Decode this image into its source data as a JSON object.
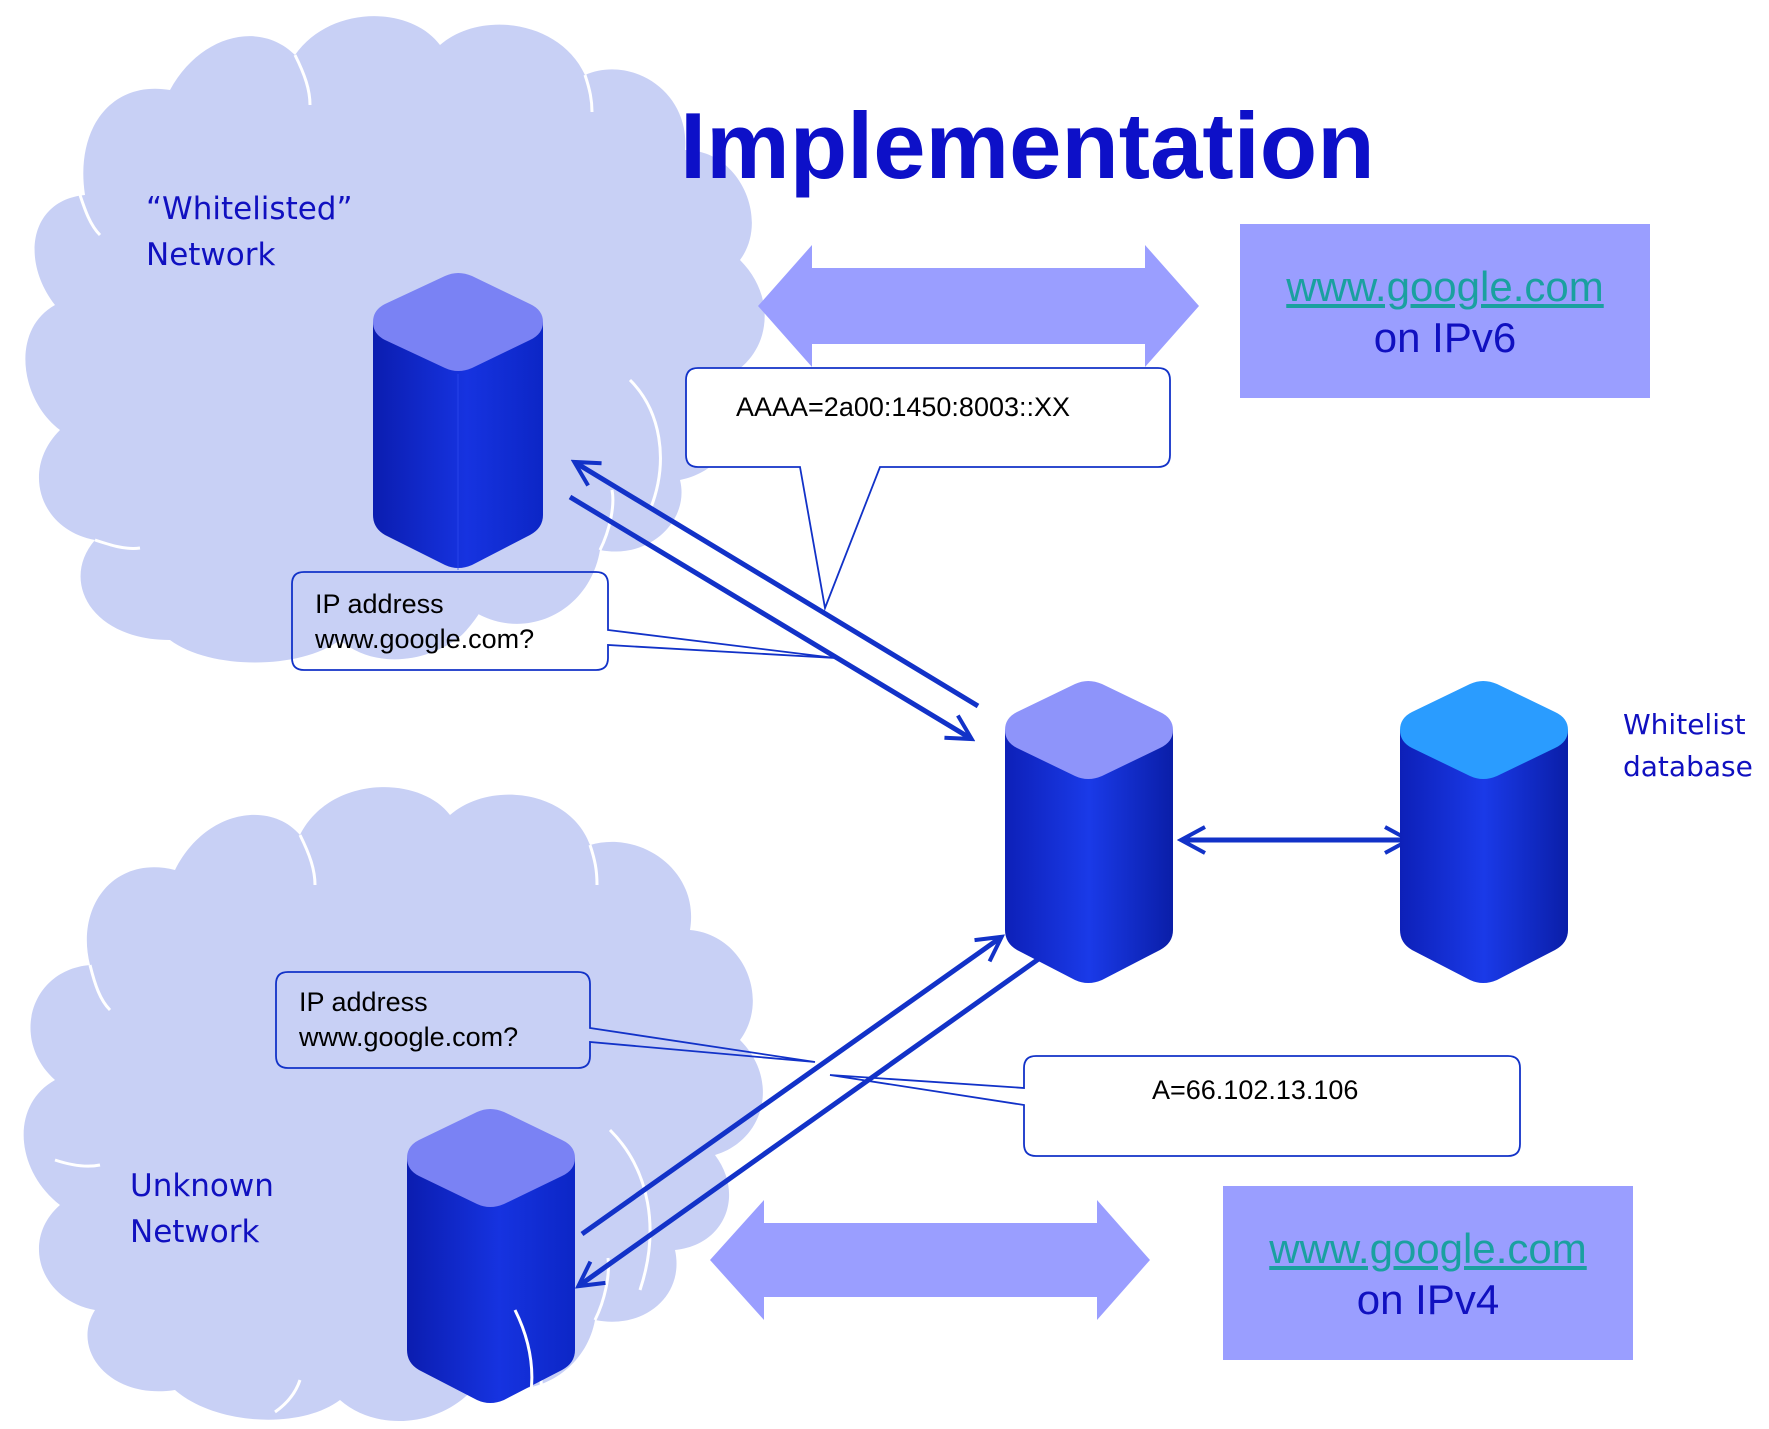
{
  "title": "Implementation",
  "clouds": {
    "whitelisted": {
      "line1": "“Whitelisted”",
      "line2": "Network"
    },
    "unknown": {
      "line1": "Unknown",
      "line2": "Network"
    }
  },
  "destinations": {
    "ipv6": {
      "link": "www.google.com",
      "protocol": "on IPv6"
    },
    "ipv4": {
      "link": "www.google.com",
      "protocol": "on IPv4"
    }
  },
  "callouts": {
    "query_top": {
      "line1": "IP address",
      "line2": "www.google.com?"
    },
    "answer_aaaa": "AAAA=2a00:1450:8003::XX",
    "query_bottom": {
      "line1": "IP address",
      "line2": "www.google.com?"
    },
    "answer_a": "A=66.102.13.106"
  },
  "database_label": {
    "line1": "Whitelist",
    "line2": "database"
  },
  "colors": {
    "cloud": "#c8d0f5",
    "arrow_big": "#9a9eff",
    "server_dark": "#0a22cc",
    "server_top": "#7a82f4",
    "db_top": "#2a9cff",
    "line": "#1232c8",
    "title": "#0d10c8"
  },
  "icons": [
    "server-icon",
    "dns-server-icon",
    "database-icon",
    "cloud-icon"
  ]
}
